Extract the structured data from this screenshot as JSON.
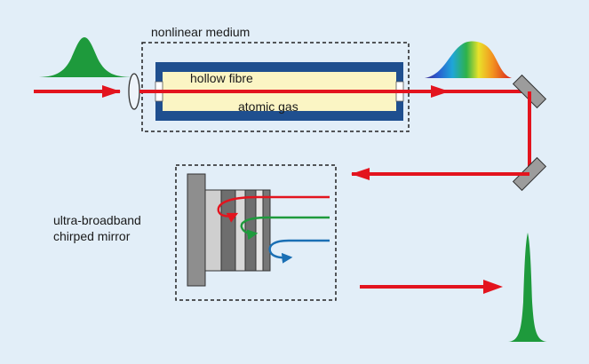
{
  "labels": {
    "nonlinear_medium": "nonlinear medium",
    "hollow_fibre": "hollow fibre",
    "atomic_gas": "atomic gas",
    "mirror_line1": "ultra-broadband",
    "mirror_line2": "chirped mirror"
  },
  "colors": {
    "background": "#e2eef8",
    "beam": "#e3141e",
    "pulse": "#1e9a3c",
    "fibre_wall": "#1f4f8f",
    "gas": "#fbf5c4",
    "mirror": "#9c9c9c",
    "path_red": "#e3141e",
    "path_green": "#1e9a3c",
    "path_blue": "#1a6fb4"
  },
  "icons": {
    "input_pulse": "gaussian-pulse-icon",
    "spectrum": "rainbow-spectrum-icon",
    "lens": "lens-icon",
    "output_pulse": "compressed-pulse-icon"
  }
}
